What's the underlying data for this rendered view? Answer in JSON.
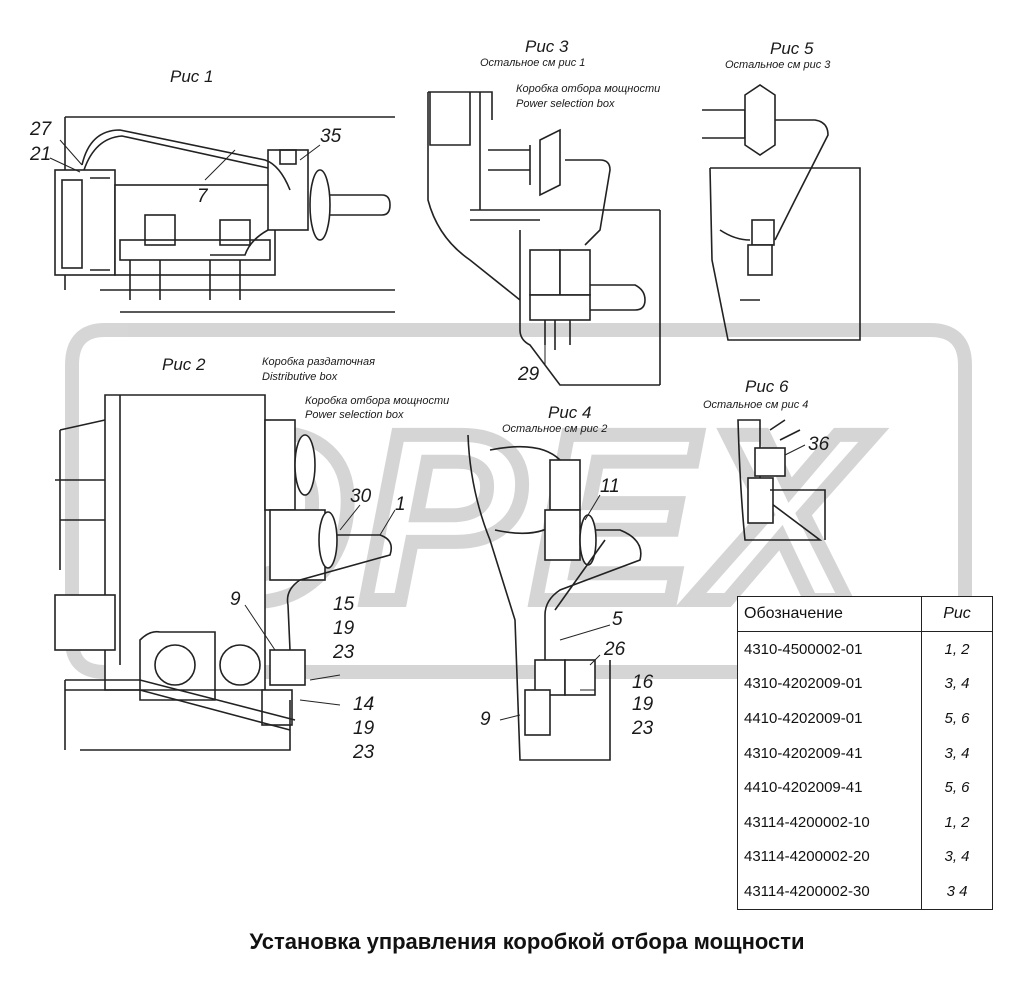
{
  "title": "Установка управления коробкой отбора мощности",
  "watermark": "OPEX",
  "figures": {
    "fig1": {
      "label": "Рис  1"
    },
    "fig2": {
      "label": "Рис  2",
      "note_ru_1": "Коробка раздаточная",
      "note_en_1": "Distributive box",
      "note_ru_2": "Коробка отбора мощности",
      "note_en_2": "Power selection box"
    },
    "fig3": {
      "label": "Рис  3",
      "sub": "Остальное   см  рис  1",
      "note_ru": "Коробка отбора мощности",
      "note_en": "Power selection box"
    },
    "fig4": {
      "label": "Рис  4",
      "sub": "Остальное   см  рис  2"
    },
    "fig5": {
      "label": "Рис  5",
      "sub": "Остальное   см  рис  3"
    },
    "fig6": {
      "label": "Рис  6",
      "sub": "Остальное   см  рис  4"
    }
  },
  "callouts": {
    "f1_27": "27",
    "f1_21": "21",
    "f1_7": "7",
    "f1_35": "35",
    "f3_29": "29",
    "f2_30": "30",
    "f2_1": "1",
    "f2_9": "9",
    "f2_15": "15",
    "f2_19a": "19",
    "f2_23a": "23",
    "f2_14": "14",
    "f2_19b": "19",
    "f2_23b": "23",
    "f4_11": "11",
    "f4_5": "5",
    "f4_26": "26",
    "f4_16": "16",
    "f4_19": "19",
    "f4_23": "23",
    "f4_9": "9",
    "f6_36": "36"
  },
  "table": {
    "headers": [
      "Обозначение",
      "Рис"
    ],
    "rows": [
      [
        "4310-4500002-01",
        "1, 2"
      ],
      [
        "4310-4202009-01",
        "3, 4"
      ],
      [
        "4410-4202009-01",
        "5, 6"
      ],
      [
        "4310-4202009-41",
        "3, 4"
      ],
      [
        "4410-4202009-41",
        "5, 6"
      ],
      [
        "43114-4200002-10",
        "1, 2"
      ],
      [
        "43114-4200002-20",
        "3, 4"
      ],
      [
        "43114-4200002-30",
        "3  4"
      ]
    ]
  }
}
